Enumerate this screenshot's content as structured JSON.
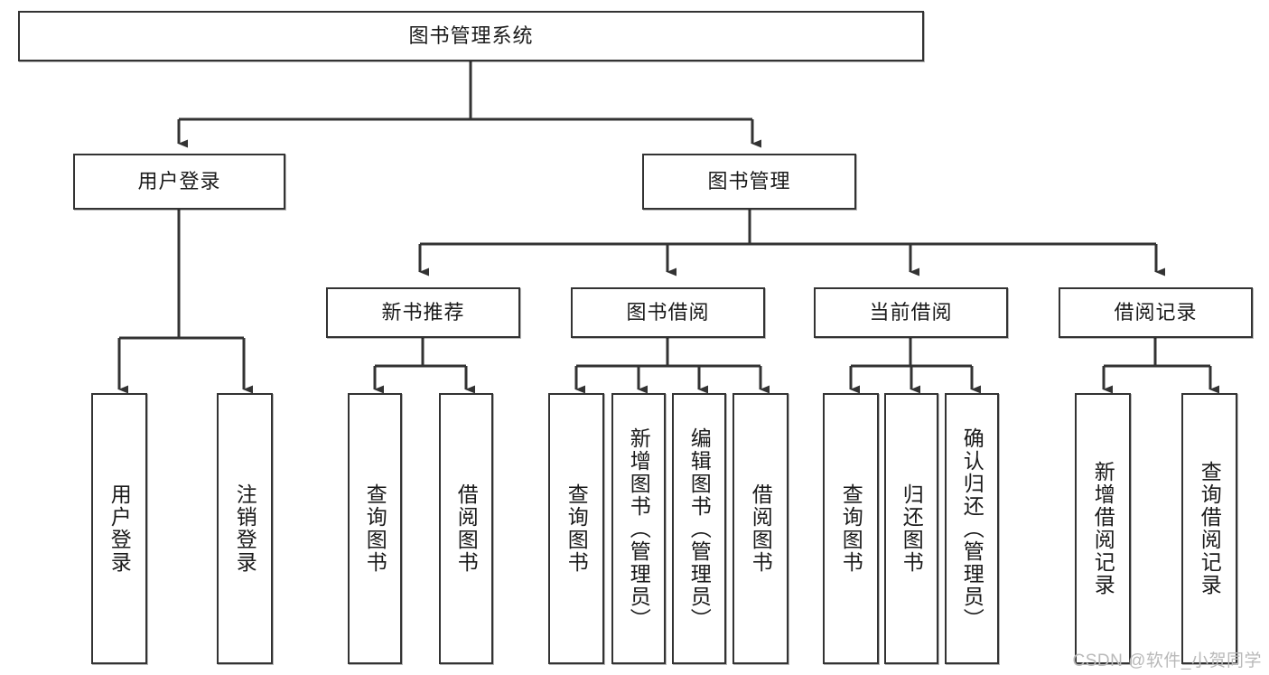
{
  "diagram": {
    "title": "图书管理系统",
    "type": "tree",
    "root": {
      "id": "root",
      "label": "图书管理系统",
      "orientation": "horizontal"
    },
    "level2": [
      {
        "id": "user-login",
        "label": "用户登录",
        "orientation": "horizontal"
      },
      {
        "id": "book-management",
        "label": "图书管理",
        "orientation": "horizontal"
      }
    ],
    "level3": [
      {
        "id": "new-book-recommend",
        "label": "新书推荐",
        "parent": "book-management",
        "orientation": "horizontal"
      },
      {
        "id": "book-borrow",
        "label": "图书借阅",
        "parent": "book-management",
        "orientation": "horizontal"
      },
      {
        "id": "current-borrow",
        "label": "当前借阅",
        "parent": "book-management",
        "orientation": "horizontal"
      },
      {
        "id": "borrow-record",
        "label": "借阅记录",
        "parent": "book-management",
        "orientation": "horizontal"
      }
    ],
    "leaves": [
      {
        "id": "leaf-user-login",
        "label": "用户登录",
        "parent": "user-login"
      },
      {
        "id": "leaf-logout-login",
        "label": "注销登录",
        "parent": "user-login"
      },
      {
        "id": "leaf-query-book-1",
        "label": "查询图书",
        "parent": "new-book-recommend"
      },
      {
        "id": "leaf-borrow-book-1",
        "label": "借阅图书",
        "parent": "new-book-recommend"
      },
      {
        "id": "leaf-query-book-2",
        "label": "查询图书",
        "parent": "book-borrow"
      },
      {
        "id": "leaf-add-book-admin",
        "label": "新增图书（管理员）",
        "parent": "book-borrow"
      },
      {
        "id": "leaf-edit-book-admin",
        "label": "编辑图书（管理员）",
        "parent": "book-borrow"
      },
      {
        "id": "leaf-borrow-book-2",
        "label": "借阅图书",
        "parent": "book-borrow"
      },
      {
        "id": "leaf-query-book-3",
        "label": "查询图书",
        "parent": "current-borrow"
      },
      {
        "id": "leaf-return-book",
        "label": "归还图书",
        "parent": "current-borrow"
      },
      {
        "id": "leaf-confirm-return-admin",
        "label": "确认归还（管理员）",
        "parent": "current-borrow"
      },
      {
        "id": "leaf-add-borrow-record",
        "label": "新增借阅记录",
        "parent": "borrow-record"
      },
      {
        "id": "leaf-query-borrow-record",
        "label": "查询借阅记录",
        "parent": "borrow-record"
      }
    ]
  },
  "watermark": {
    "text": "CSDN @软件_小贺同学"
  },
  "colors": {
    "stroke": "#333333",
    "fill": "#ffffff",
    "text": "#1a1a1a",
    "watermark": "#b9b9b9"
  }
}
